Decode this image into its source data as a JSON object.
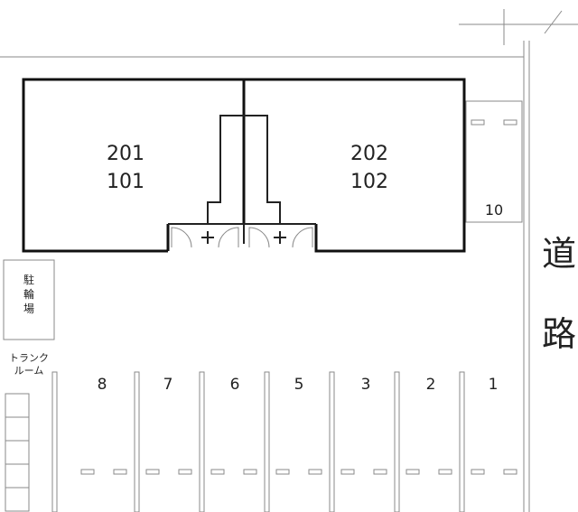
{
  "building": {
    "left_unit_upper": "201",
    "left_unit_lower": "101",
    "right_unit_upper": "202",
    "right_unit_lower": "102"
  },
  "road": {
    "char_1": "道",
    "char_2": "路"
  },
  "bike_parking": {
    "line_1": "駐",
    "line_2": "輪",
    "line_3": "場"
  },
  "trunk_room": {
    "line_1": "トランク",
    "line_2": "ルーム"
  },
  "parking": {
    "side_space": "10",
    "spaces": [
      "8",
      "7",
      "6",
      "5",
      "3",
      "2",
      "1"
    ]
  }
}
